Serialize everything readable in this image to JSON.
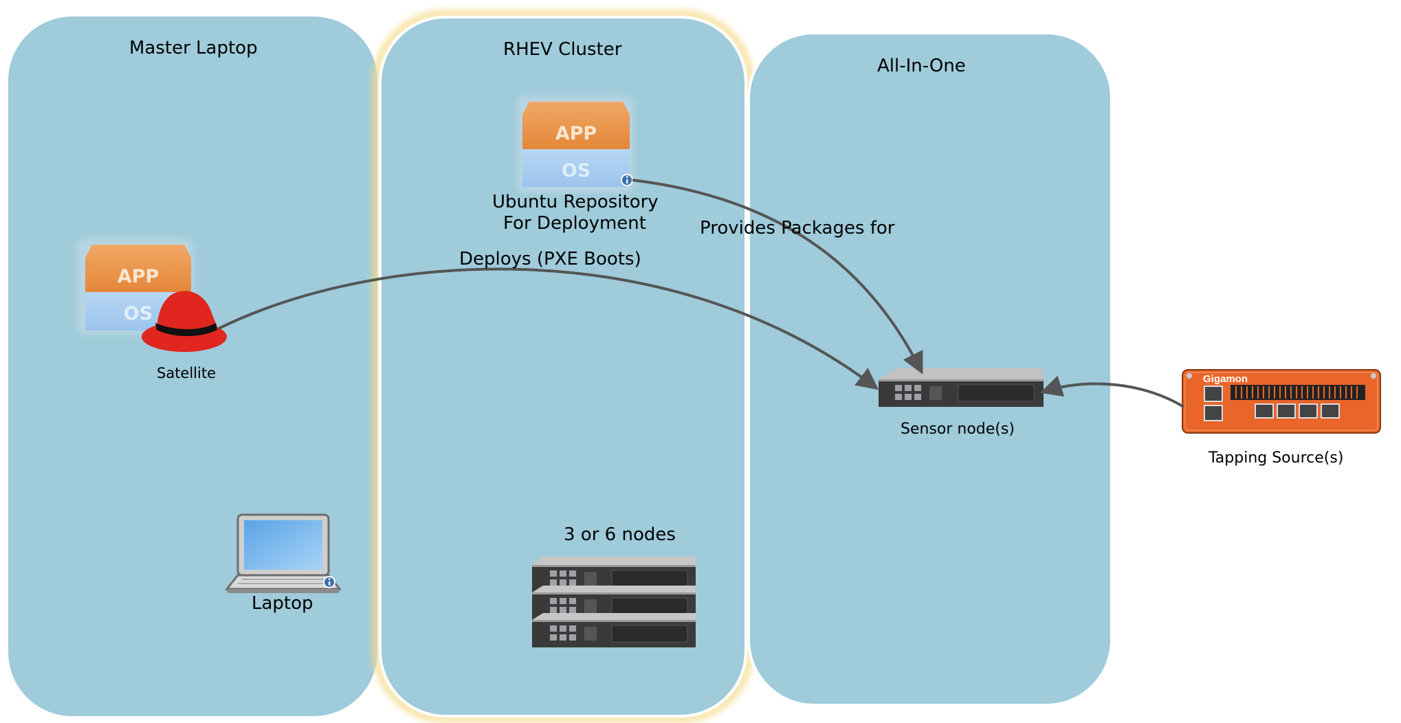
{
  "zones": {
    "master_laptop": {
      "title": "Master Laptop"
    },
    "rhev_cluster": {
      "title": "RHEV Cluster"
    },
    "all_in_one": {
      "title": "All-In-One"
    }
  },
  "nodes": {
    "satellite": {
      "label": "Satellite",
      "app_text": "APP",
      "os_text": "OS"
    },
    "ubuntu_repo": {
      "label_line1": "Ubuntu Repository",
      "label_line2": "For Deployment",
      "app_text": "APP",
      "os_text": "OS"
    },
    "laptop": {
      "label": "Laptop"
    },
    "cluster_nodes": {
      "label": "3 or 6 nodes"
    },
    "sensor": {
      "label": "Sensor node(s)"
    },
    "tap": {
      "label": "Tapping Source(s)",
      "brand": "Gigamon"
    }
  },
  "edges": {
    "deploys": {
      "label": "Deploys (PXE Boots)"
    },
    "provides": {
      "label": "Provides Packages for"
    }
  },
  "colors": {
    "zone_fill": "#9fcbda",
    "zone_border": "#ffffff",
    "app_orange": "#e8934a",
    "os_blue": "#a9cdef",
    "redhat_red": "#e0261f",
    "arrow": "#555555",
    "gigamon_orange": "#e9652a"
  }
}
